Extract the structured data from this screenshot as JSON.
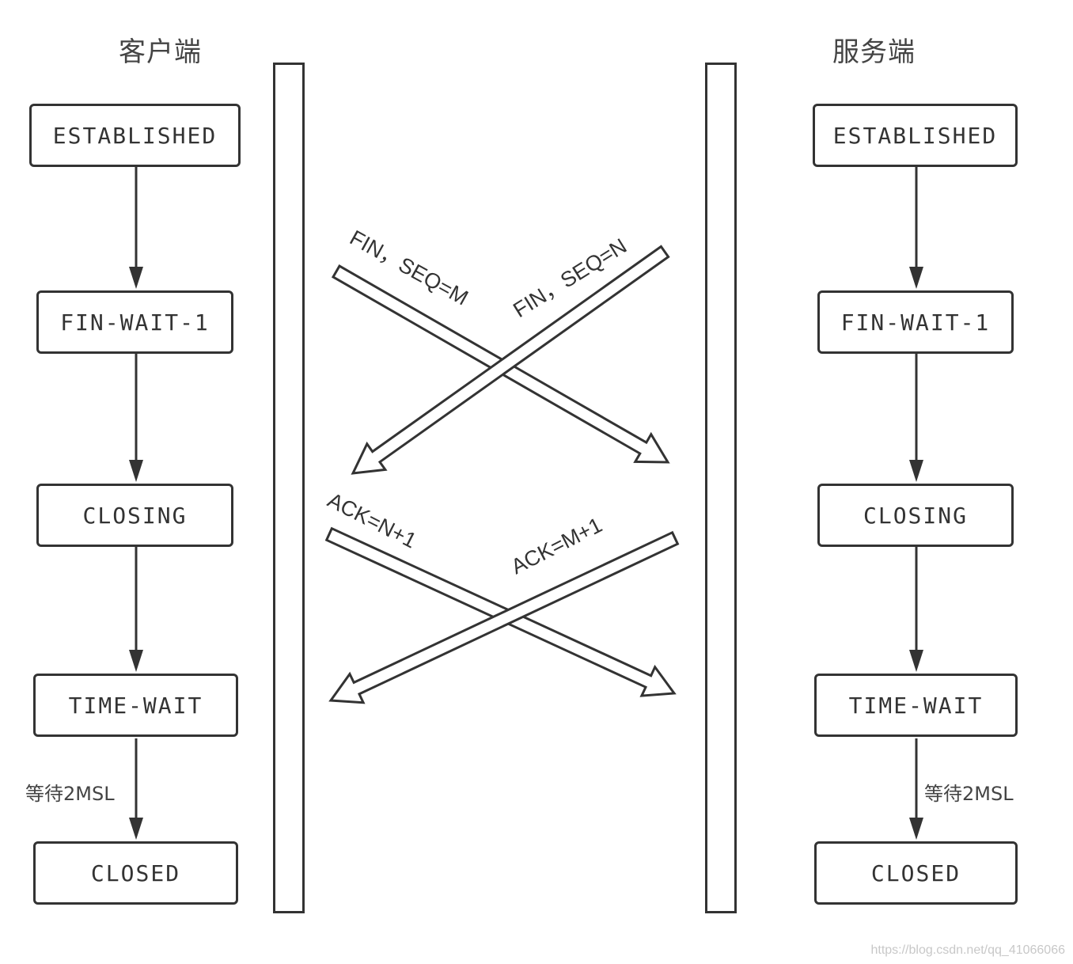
{
  "client": {
    "title": "客户端",
    "states": [
      "ESTABLISHED",
      "FIN-WAIT-1",
      "CLOSING",
      "TIME-WAIT",
      "CLOSED"
    ],
    "wait_label": "等待2MSL"
  },
  "server": {
    "title": "服务端",
    "states": [
      "ESTABLISHED",
      "FIN-WAIT-1",
      "CLOSING",
      "TIME-WAIT",
      "CLOSED"
    ],
    "wait_label": "等待2MSL"
  },
  "messages": {
    "fin_client": "FIN，SEQ=M",
    "fin_server": "FIN，SEQ=N",
    "ack_client": "ACK=N+1",
    "ack_server": "ACK=M+1"
  },
  "watermark": "https://blog.csdn.net/qq_41066066",
  "colors": {
    "stroke": "#333333",
    "background": "#ffffff",
    "text": "#333333"
  }
}
